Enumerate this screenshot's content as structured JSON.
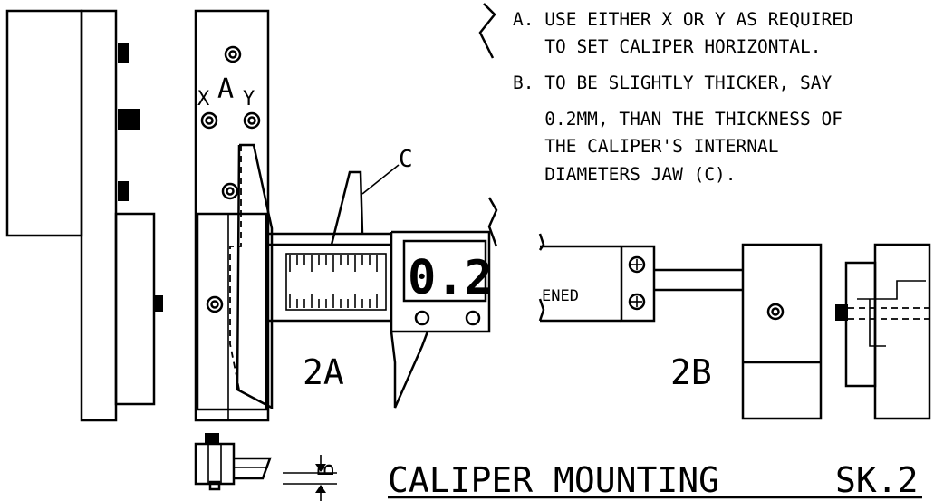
{
  "notes": [
    "A. USE EITHER X OR Y AS REQUIRED",
    "   TO SET CALIPER HORIZONTAL.",
    "B. TO BE SLIGHTLY THICKER, SAY",
    "   0.2MM, THAN THE THICKNESS OF",
    "   THE CALIPER'S INTERNAL",
    "   DIAMETERS JAW (C)."
  ],
  "labels": {
    "x": "X",
    "a": "A",
    "y": "Y",
    "c": "C",
    "b": "B",
    "reading": "0.2",
    "view_2a": "2A",
    "view_2b": "2B",
    "ened": "ENED"
  },
  "title": "CALIPER MOUNTING",
  "sheet": "SK.2"
}
